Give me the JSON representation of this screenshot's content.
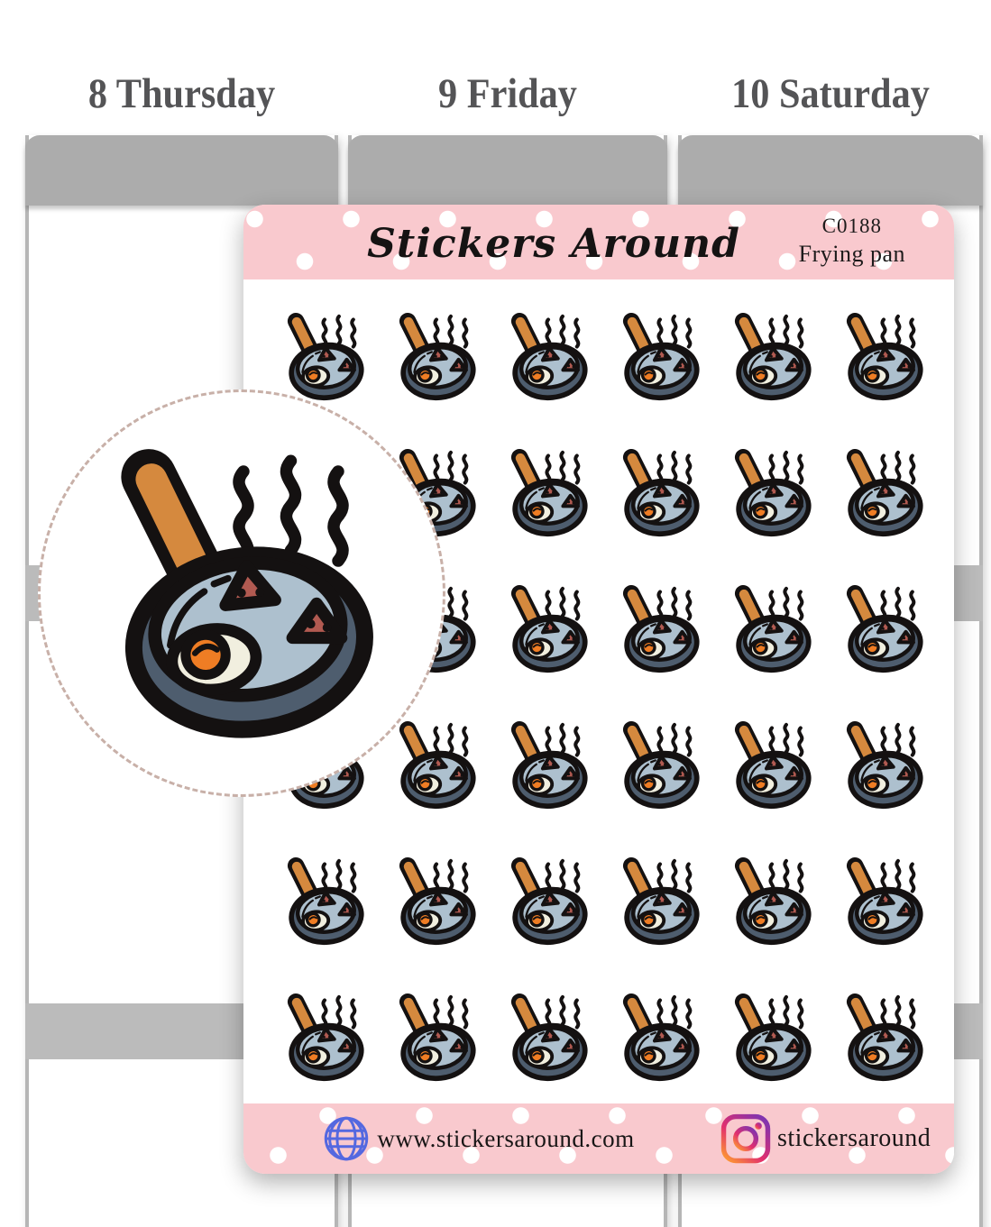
{
  "planner": {
    "days": [
      "8 Thursday",
      "9 Friday",
      "10 Saturday"
    ]
  },
  "sheet": {
    "brand": "Stickers Around",
    "code": "C0188",
    "product_name": "Frying pan",
    "grid": {
      "rows": 6,
      "columns": 6,
      "sticker": "frying-pan"
    },
    "footer": {
      "website": "www.stickersaround.com",
      "instagram": "stickersaround"
    }
  },
  "icons": {
    "sticker": "frying-pan-icon",
    "footer_left": "globe-icon",
    "footer_right": "instagram-icon",
    "detail": "zoom-detail-circle"
  },
  "colors": {
    "pink_band": "#F9C9CE",
    "pan_handle": "#D5893E",
    "pan_body": "#4E5D6E",
    "pan_surface": "#ADC0CE",
    "egg_white": "#F1EFDF",
    "egg_yolk": "#EF7D24",
    "meat": "#B15A51",
    "outline": "#141111",
    "globe_blue": "#5468E0",
    "page_gray": "#ACACAC",
    "band_gray": "#BBBBBB",
    "day_text": "#545456"
  }
}
